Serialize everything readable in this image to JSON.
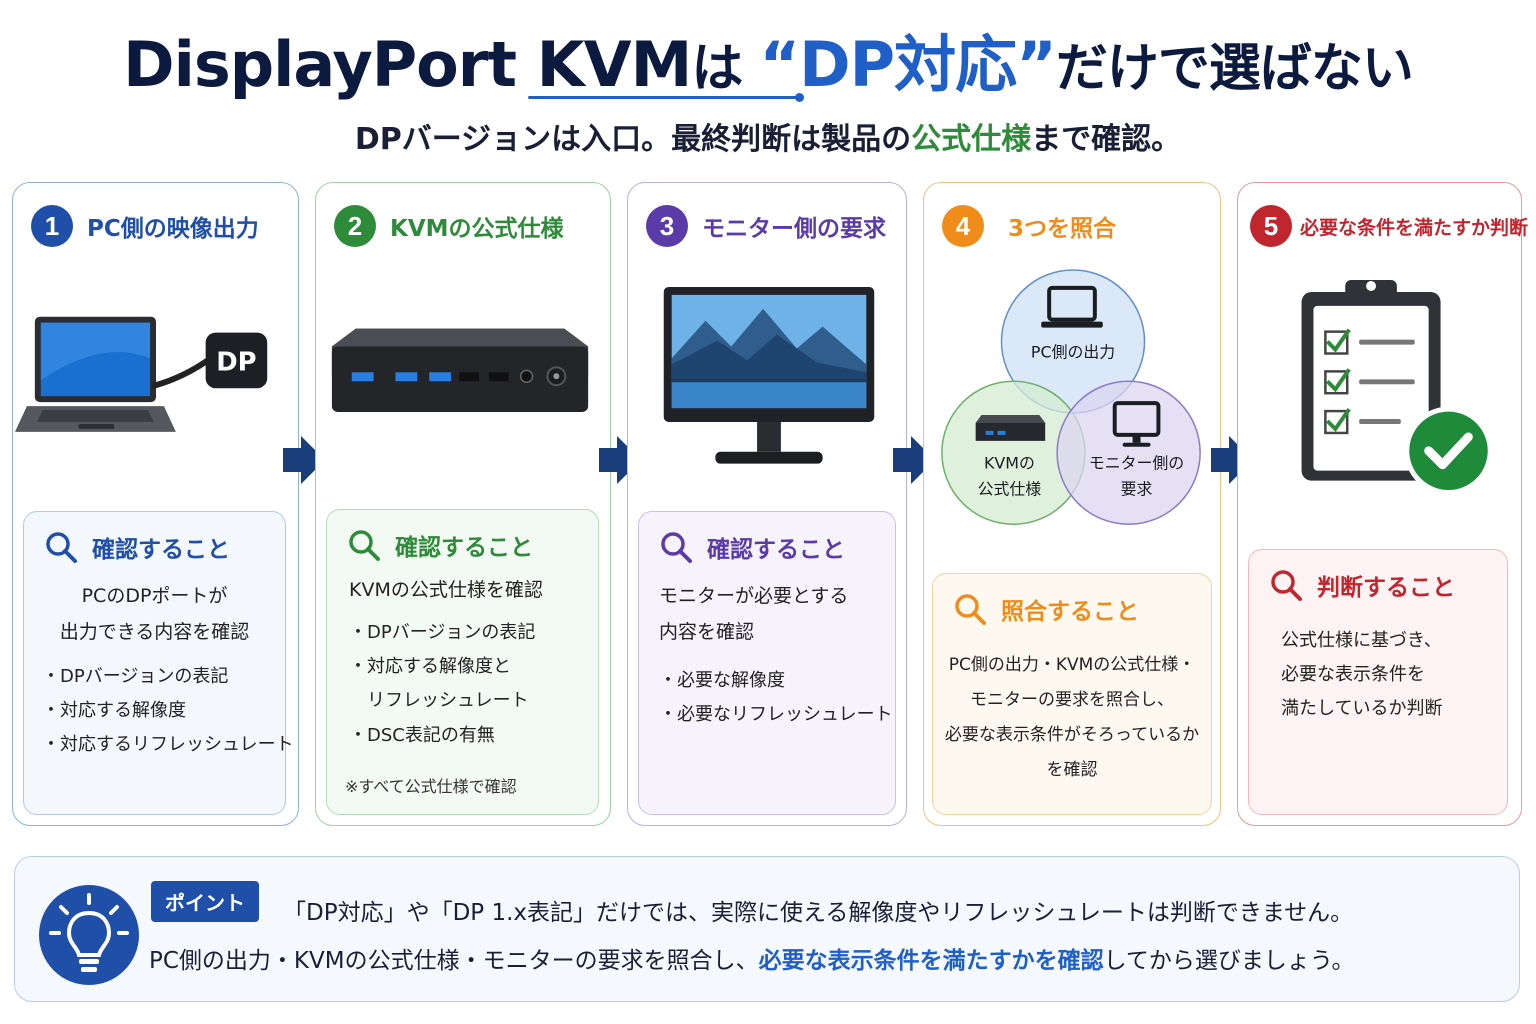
{
  "header": {
    "title_prefix": "DisplayPort KVM",
    "title_wa": "は ",
    "title_highlight": "“DP対応”",
    "title_suffix": "だけで選ばない",
    "subtitle_prefix": "DPバージョンは入口。最終判断は製品の",
    "subtitle_highlight": "公式仕様",
    "subtitle_suffix": "まで確認。"
  },
  "colors": {
    "step1": "#1f4fa8",
    "step2": "#2e8b3a",
    "step3": "#5b3ba8",
    "step4": "#f08c1a",
    "step5": "#c0262d"
  },
  "steps": [
    {
      "number": "1",
      "title": "PC側の映像出力",
      "illustration": "laptop-with-displayport-adapter",
      "dp_logo_text": "DP",
      "box_title": "確認すること",
      "box_lines": [
        "PCのDPポートが",
        "出力できる内容を確認"
      ],
      "bullets": [
        "・DPバージョンの表記",
        "・対応する解像度",
        "・対応するリフレッシュレート"
      ]
    },
    {
      "number": "2",
      "title": "KVMの公式仕様",
      "illustration": "kvm-switch-box",
      "box_title": "確認すること",
      "box_lines": [
        "KVMの公式仕様を確認"
      ],
      "bullets": [
        "・DPバージョンの表記",
        "・対応する解像度と",
        "　リフレッシュレート",
        "・DSC表記の有無"
      ],
      "note": "※すべて公式仕様で確認"
    },
    {
      "number": "3",
      "title": "モニター側の要求",
      "illustration": "monitor-with-mountain-landscape",
      "box_title": "確認すること",
      "box_lines": [
        "モニターが必要とする",
        "内容を確認"
      ],
      "bullets": [
        "・必要な解像度",
        "・必要なリフレッシュレート"
      ]
    },
    {
      "number": "4",
      "title": "3つを照合",
      "illustration": "venn-diagram",
      "venn_pc": "PC側の出力",
      "venn_kvm_1": "KVMの",
      "venn_kvm_2": "公式仕様",
      "venn_monitor_1": "モニター側の",
      "venn_monitor_2": "要求",
      "box_title": "照合すること",
      "box_lines": [
        "PC側の出力・KVMの公式仕様・",
        "モニターの要求を照合し、",
        "必要な表示条件がそろっているか",
        "を確認"
      ]
    },
    {
      "number": "5",
      "title": "必要な条件を満たすか判断",
      "illustration": "clipboard-checklist",
      "box_title": "判断すること",
      "box_lines": [
        "公式仕様に基づき、",
        "必要な表示条件を",
        "満たしているか判断"
      ]
    }
  ],
  "point": {
    "badge": "ポイント",
    "line1": "「DP対応」や「DP 1.x表記」だけでは、実際に使える解像度やリフレッシュレートは判断できません。",
    "line2_prefix": "PC側の出力・KVMの公式仕様・モニターの要求を照合し、",
    "line2_highlight": "必要な表示条件を満たすかを確認",
    "line2_suffix": "してから選びましょう。"
  }
}
